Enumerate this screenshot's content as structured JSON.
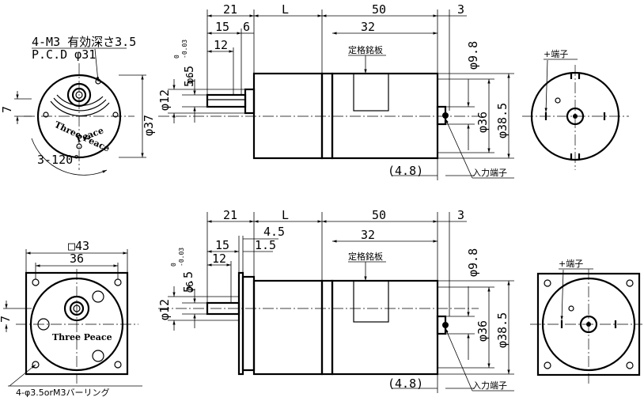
{
  "brand": {
    "name": "Three Peace"
  },
  "top": {
    "front": {
      "mount_note": "4-M3 有効深さ3.5",
      "pcd_note": "P.C.D φ31",
      "angle_note": "3-120°",
      "dim_7": "7",
      "dim_dia37": "φ37"
    },
    "side": {
      "dim_21": "21",
      "dim_L": "L",
      "dim_50": "50",
      "dim_3": "3",
      "dim_15": "15",
      "dim_6": "6",
      "dim_12": "12",
      "dim_32": "32",
      "label_plate": "定格銘板",
      "dim_dia9_8": "φ9.8",
      "dim_shaft": "φ6",
      "tol_upper": "0",
      "tol_lower": "-0.03",
      "dim_5_5": "5.5",
      "dim_dia12": "φ12",
      "dim_dia36": "φ36",
      "dim_dia38_5": "φ38.5",
      "dim_4_8": "(4.8)",
      "label_input": "入力端子"
    },
    "rear": {
      "label_plus": "+端子"
    }
  },
  "bottom": {
    "front": {
      "dim_sq43": "□43",
      "dim_36": "36",
      "dim_7": "7",
      "mount_note": "4-φ3.5orM3バーリング"
    },
    "side": {
      "dim_21": "21",
      "dim_L": "L",
      "dim_50": "50",
      "dim_3": "3",
      "dim_4_5": "4.5",
      "dim_15": "15",
      "dim_1_5": "1.5",
      "dim_12": "12",
      "dim_32": "32",
      "label_plate": "定格銘板",
      "dim_dia9_8": "φ9.8",
      "dim_shaft": "φ6",
      "tol_upper": "0",
      "tol_lower": "-0.03",
      "dim_5_5": "5.5",
      "dim_dia12": "φ12",
      "dim_dia36": "φ36",
      "dim_dia38_5": "φ38.5",
      "dim_4_8": "(4.8)",
      "label_input": "入力端子"
    },
    "rear": {
      "label_plus": "+端子"
    }
  }
}
